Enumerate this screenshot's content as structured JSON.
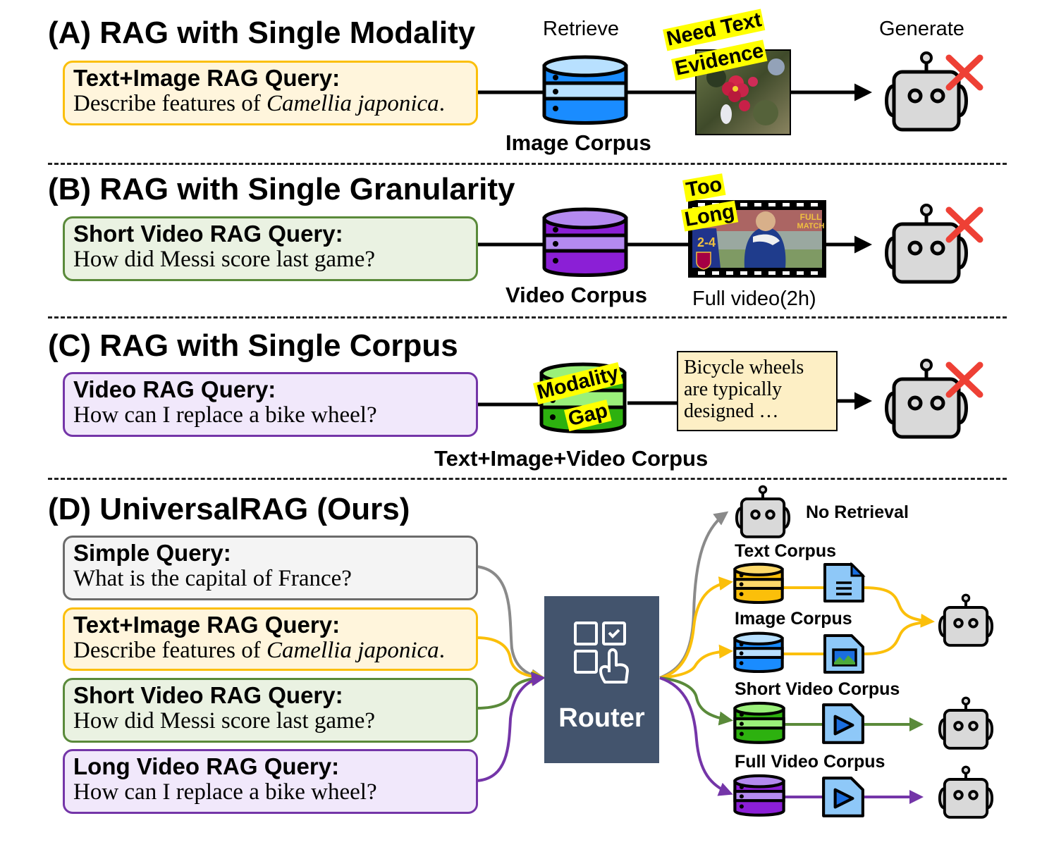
{
  "sections": {
    "a": {
      "title": "(A) RAG with Single Modality",
      "query_title": "Text+Image RAG Query:",
      "query_body_prefix": "Describe features of ",
      "query_body_italic": "Camellia japonica",
      "query_body_suffix": ".",
      "retrieve_label": "Retrieve",
      "generate_label": "Generate",
      "corpus_label": "Image Corpus",
      "sticker_lines": [
        "Need Text",
        "Evidence"
      ],
      "result": "fail"
    },
    "b": {
      "title": "(B) RAG with Single Granularity",
      "query_title": "Short Video RAG Query:",
      "query_body": "How did Messi score last game?",
      "corpus_label": "Video Corpus",
      "retrieved_label": "Full video(2h)",
      "sticker_lines": [
        "Too",
        "Long"
      ],
      "thumb_overlay": [
        "FULL",
        "MATCH"
      ],
      "thumb_score": "2-4",
      "result": "fail"
    },
    "c": {
      "title": "(C) RAG with Single Corpus",
      "query_title": "Video RAG Query:",
      "query_body": "How can I replace a bike wheel?",
      "corpus_label": "Text+Image+Video Corpus",
      "sticker_lines": [
        "Modality",
        "Gap"
      ],
      "evidence_lines": [
        "Bicycle wheels",
        "are typically",
        "designed …"
      ],
      "result": "fail"
    },
    "d": {
      "title": "(D) UniversalRAG (Ours)",
      "queries": [
        {
          "title": "Simple Query:",
          "body": "What is the capital of France?",
          "color": "#6b6b6b",
          "bg": "#f4f4f4"
        },
        {
          "title": "Text+Image RAG Query:",
          "body_prefix": "Describe features of ",
          "body_italic": "Camellia japonica",
          "body_suffix": ".",
          "color": "#fbbf0a",
          "bg": "#fff5dc"
        },
        {
          "title": "Short Video RAG Query:",
          "body": "How did Messi score last game?",
          "color": "#5a8a3a",
          "bg": "#eaf2e2"
        },
        {
          "title": "Long Video RAG Query:",
          "body": "How can I replace a bike wheel?",
          "color": "#7435a8",
          "bg": "#f1e8fb"
        }
      ],
      "router_label": "Router",
      "routes": [
        {
          "label": "No Retrieval"
        },
        {
          "label": "Text Corpus"
        },
        {
          "label": "Image Corpus"
        },
        {
          "label": "Short Video Corpus"
        },
        {
          "label": "Full Video Corpus"
        }
      ]
    }
  },
  "colors": {
    "yellow_line": "#fbbf0a",
    "gray_line": "#8a8a8a",
    "green_line": "#5a8a3a",
    "purple_line": "#7435a8",
    "fail_x": "#ee4035",
    "sticker": "#ffff00",
    "router_bg": "#43546d"
  }
}
